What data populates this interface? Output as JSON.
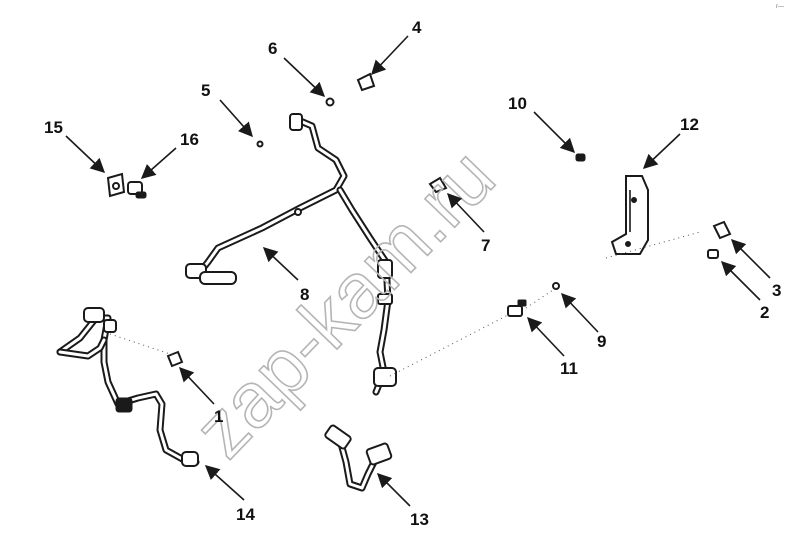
{
  "watermark": "zap-kam.ru",
  "corner_mark": "r—",
  "callouts": [
    {
      "id": "4",
      "label": "4"
    },
    {
      "id": "6",
      "label": "6"
    },
    {
      "id": "5",
      "label": "5"
    },
    {
      "id": "10",
      "label": "10"
    },
    {
      "id": "12",
      "label": "12"
    },
    {
      "id": "15",
      "label": "15"
    },
    {
      "id": "16",
      "label": "16"
    },
    {
      "id": "7",
      "label": "7"
    },
    {
      "id": "8",
      "label": "8"
    },
    {
      "id": "3",
      "label": "3"
    },
    {
      "id": "2",
      "label": "2"
    },
    {
      "id": "9",
      "label": "9"
    },
    {
      "id": "11",
      "label": "11"
    },
    {
      "id": "1",
      "label": "1"
    },
    {
      "id": "14",
      "label": "14"
    },
    {
      "id": "13",
      "label": "13"
    }
  ]
}
